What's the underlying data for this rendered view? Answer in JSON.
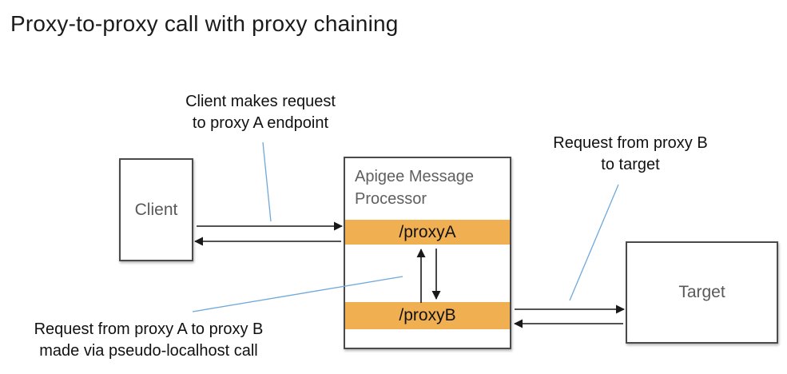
{
  "title": "Proxy-to-proxy call with proxy chaining",
  "nodes": {
    "client": {
      "label": "Client"
    },
    "processor": {
      "title": "Apigee Message\nProcessor",
      "endpoints": [
        {
          "label": "/proxyA"
        },
        {
          "label": "/proxyB"
        }
      ]
    },
    "target": {
      "label": "Target"
    }
  },
  "annotations": {
    "client_request": "Client makes request\nto proxy A endpoint",
    "proxyb_to_target": "Request from proxy B\nto target",
    "proxya_to_proxyb": "Request from proxy A to proxy B\nmade via pseudo-localhost call"
  },
  "colors": {
    "endpoint_bar": "#F0B052",
    "box_border": "#4A4A4A",
    "node_label": "#595959",
    "leader_line": "#6FA8DC",
    "arrow": "#1A1A1A",
    "title_text": "#1B1B1B"
  }
}
